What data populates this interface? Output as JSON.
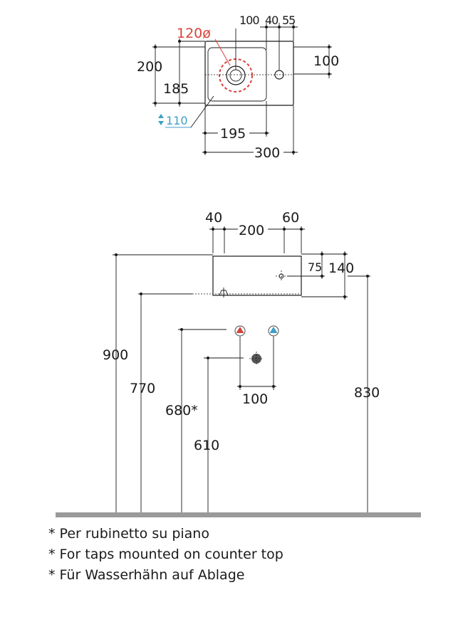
{
  "top_view": {
    "dim_diameter": "120ø",
    "dim_100_top": "100",
    "dim_40": "40",
    "dim_55": "55",
    "dim_200": "200",
    "dim_185": "185",
    "dim_100_right": "100",
    "dim_110": "110",
    "dim_195": "195",
    "dim_300": "300"
  },
  "front_view": {
    "dim_40": "40",
    "dim_200": "200",
    "dim_60": "60",
    "dim_75": "75",
    "dim_140": "140",
    "dim_900": "900",
    "dim_770": "770",
    "dim_680": "680*",
    "dim_610": "610",
    "dim_100": "100",
    "dim_830": "830"
  },
  "notes": [
    "* Per rubinetto su piano",
    "* For taps mounted on counter top",
    "* Für Wasserhähn auf Ablage"
  ],
  "colors": {
    "accent_red": "#d8423a",
    "accent_blue": "#3f9fc9",
    "floor": "#9a9a9a"
  }
}
